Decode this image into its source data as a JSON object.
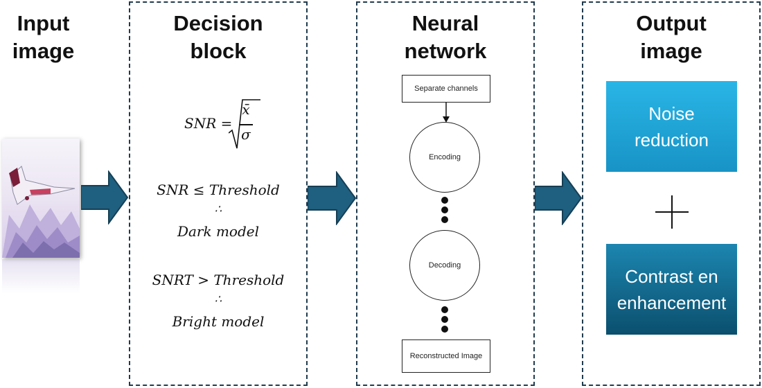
{
  "stage1": {
    "line1": "Input",
    "line2": "image"
  },
  "stage2": {
    "line1": "Decision",
    "line2": "block",
    "snr_lhs": "SNR =",
    "snr_num": "x̄",
    "snr_den": "σ",
    "cond1": "SNR ≤ Threshold",
    "therefore1": "∴",
    "model1": "Dark model",
    "cond2": "SNRT > Threshold",
    "therefore2": "∴",
    "model2": "Bright model"
  },
  "stage3": {
    "line1": "Neural",
    "line2": "network",
    "node_separate": "Separate channels",
    "node_encoding": "Encoding",
    "node_decoding": "Decoding",
    "node_reconstructed": "Reconstructed Image"
  },
  "stage4": {
    "line1": "Output",
    "line2": "image",
    "box1_line1": "Noise",
    "box1_line2": "reduction",
    "plus": "+",
    "box2_line1": "Contrast en",
    "box2_line2": "enhancement"
  },
  "colors": {
    "arrow": "#1f5f7f",
    "panel_border": "#1f3a4d",
    "box_top": "#22a6d6",
    "box_bottom": "#0b5a7c"
  }
}
